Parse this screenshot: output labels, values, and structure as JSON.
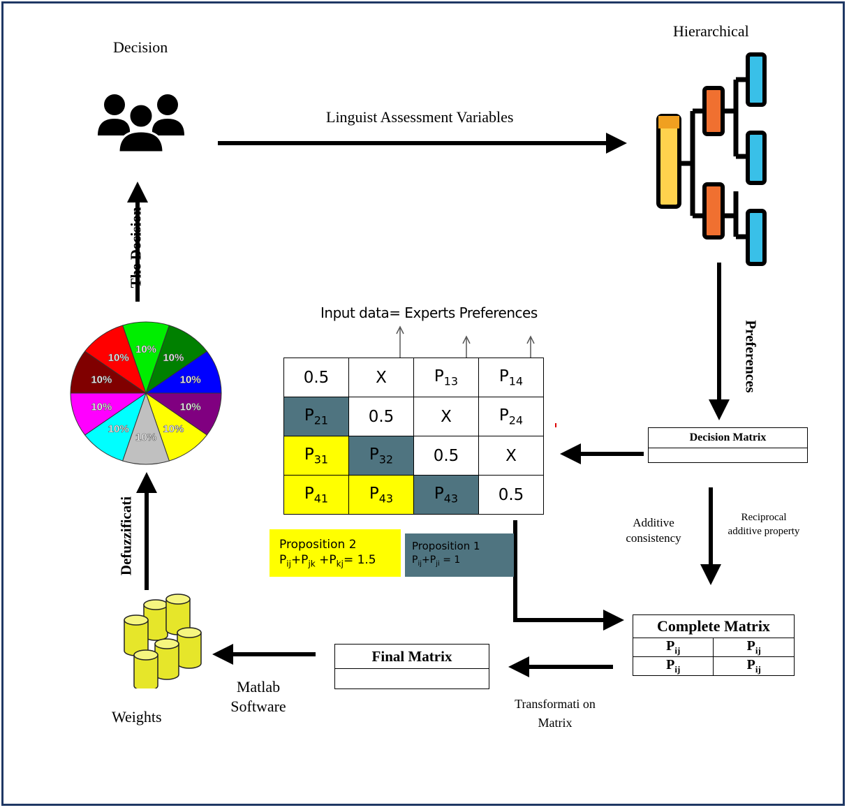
{
  "labels": {
    "decision": "Decision",
    "hierarchical": "Hierarchical",
    "linguist": "Linguist Assessment Variables",
    "the_decision": "The Decision",
    "preferences": "Preferences",
    "defuzzification": "Defuzzificati",
    "input_data": "Input data= Experts Preferences",
    "additive_consistency": "Additive consistency",
    "reciprocal": "Reciprocal additive property",
    "transformation": "Transformati on Matrix",
    "matlab": "Matlab Software",
    "weights": "Weights"
  },
  "pie": {
    "slice_label": "10%",
    "colors": [
      "#00ee00",
      "#008000",
      "#0000ff",
      "#800080",
      "#ffff00",
      "#c0c0c0",
      "#00ffff",
      "#ff00ff",
      "#800000",
      "#ff0000"
    ]
  },
  "matrix": {
    "rows": [
      [
        {
          "t": "0.5",
          "c": "w"
        },
        {
          "t": "X",
          "c": "w"
        },
        {
          "t": "P",
          "s": "13",
          "c": "w"
        },
        {
          "t": "P",
          "s": "14",
          "c": "w"
        }
      ],
      [
        {
          "t": "P",
          "s": "21",
          "c": "t"
        },
        {
          "t": "0.5",
          "c": "w"
        },
        {
          "t": "X",
          "c": "w"
        },
        {
          "t": "P",
          "s": "24",
          "c": "w"
        }
      ],
      [
        {
          "t": "P",
          "s": "31",
          "c": "y"
        },
        {
          "t": "P",
          "s": "32",
          "c": "t"
        },
        {
          "t": "0.5",
          "c": "w"
        },
        {
          "t": "X",
          "c": "w"
        }
      ],
      [
        {
          "t": "P",
          "s": "41",
          "c": "y"
        },
        {
          "t": "P",
          "s": "43",
          "c": "y"
        },
        {
          "t": "P",
          "s": "43",
          "c": "t"
        },
        {
          "t": "0.5",
          "c": "w"
        }
      ]
    ]
  },
  "proposition2": {
    "title": "Proposition 2",
    "formula_parts": [
      "P",
      "ij",
      "+P",
      "jk",
      "  +P",
      "kj",
      "= 1.5"
    ]
  },
  "proposition1": {
    "title": "Proposition 1",
    "formula_parts": [
      "P",
      "ij",
      "+P",
      "ji",
      " = 1"
    ]
  },
  "decision_matrix": {
    "title": "Decision Matrix"
  },
  "complete_matrix": {
    "title": "Complete Matrix",
    "cell_main": "P",
    "cell_sub": "ij"
  },
  "final_matrix": {
    "title": "Final Matrix"
  },
  "colors": {
    "border": "#1f3864",
    "yellow": "#ffff00",
    "teal": "#4f7480"
  }
}
